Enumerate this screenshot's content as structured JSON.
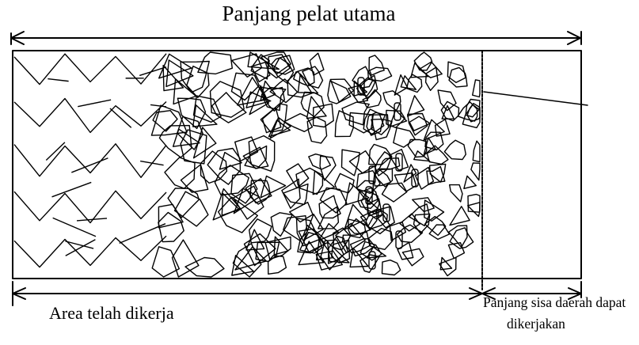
{
  "labels": {
    "top": "Panjang pelat utama",
    "bottom_left": "Area telah dikerja",
    "bottom_right_line1": "Panjang sisa daerah dapat",
    "bottom_right_line2": "dikerjakan"
  },
  "colors": {
    "line": "#000000",
    "background": "#ffffff"
  }
}
